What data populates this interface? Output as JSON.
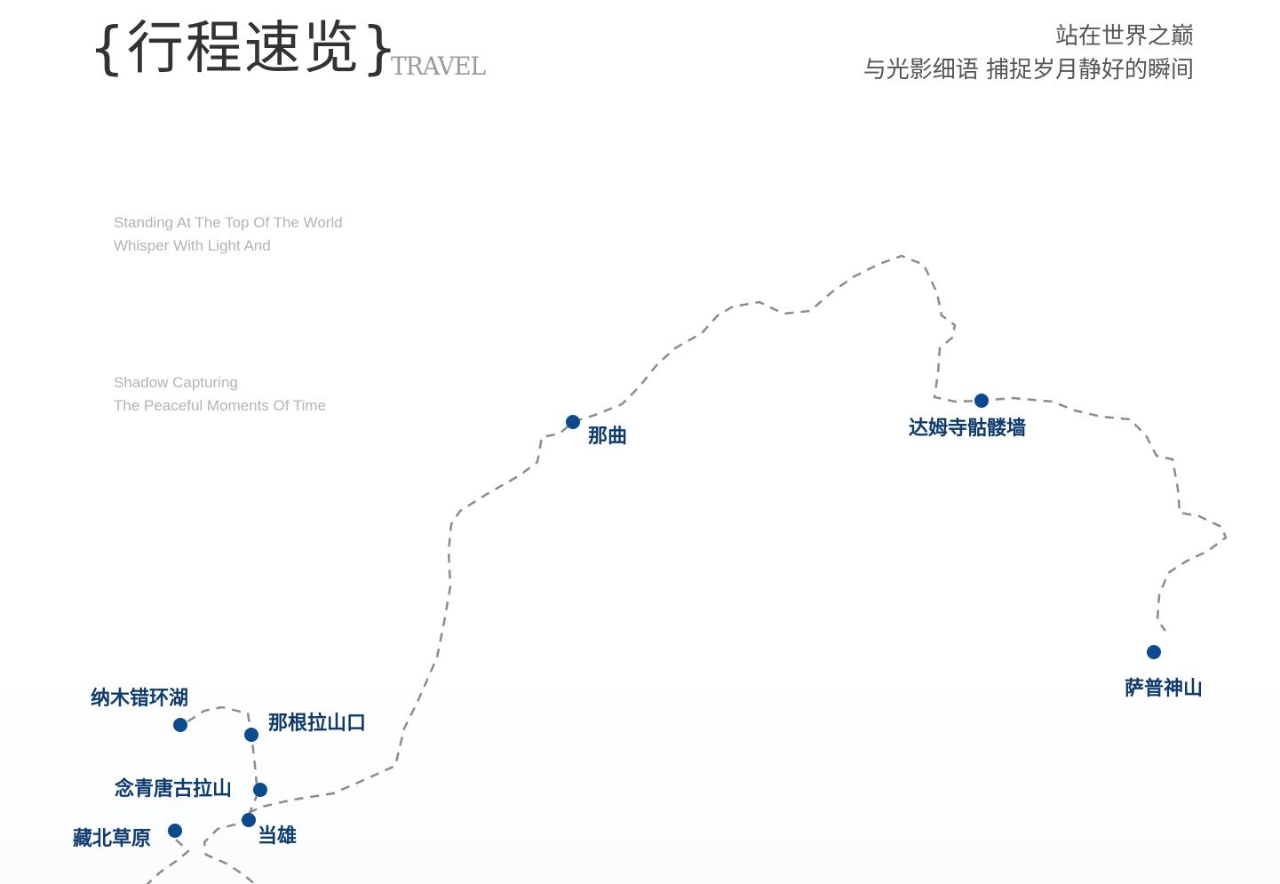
{
  "header": {
    "title": "{行程速览}",
    "title_en": "TRAVEL",
    "slogan_line1": "站在世界之巅",
    "slogan_line2": "与光影细语  捕捉岁月静好的瞬间"
  },
  "english_text": {
    "line1": "Standing At The Top Of The World",
    "line2": "Whisper With Light And",
    "line3": "Shadow Capturing",
    "line4": "The Peaceful Moments Of Time"
  },
  "colors": {
    "marker": "#0b4a8f",
    "label": "#0e3b6e",
    "route": "#8c8c8c",
    "title": "#333333"
  },
  "places": [
    {
      "id": "naqu",
      "name": "那曲"
    },
    {
      "id": "damu",
      "name": "达姆寺骷髅墙"
    },
    {
      "id": "sapu",
      "name": "萨普神山"
    },
    {
      "id": "namtso",
      "name": "纳木错环湖"
    },
    {
      "id": "nagen",
      "name": "那根拉山口"
    },
    {
      "id": "nyenchen",
      "name": "念青唐古拉山"
    },
    {
      "id": "zangbei",
      "name": "藏北草原"
    },
    {
      "id": "dangxiong",
      "name": "当雄"
    }
  ]
}
